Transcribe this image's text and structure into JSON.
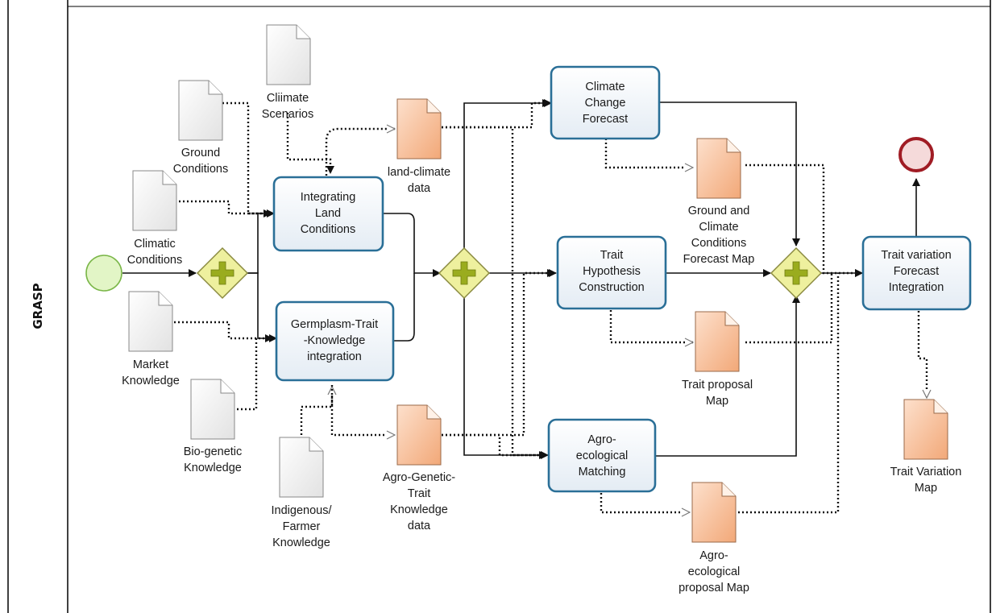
{
  "pool": {
    "lane_label": "GRASP"
  },
  "tasks": {
    "integrating_land": [
      "Integrating",
      "Land",
      "Conditions"
    ],
    "germplasm": [
      "Germplasm-Trait",
      "-Knowledge",
      "integration"
    ],
    "climate_change": [
      "Climate",
      "Change",
      "Forecast"
    ],
    "trait_hypothesis": [
      "Trait",
      "Hypothesis",
      "Construction"
    ],
    "agro_ecological": [
      "Agro-",
      "ecological",
      "Matching"
    ],
    "trait_variation": [
      "Trait variation",
      "Forecast",
      "Integration"
    ]
  },
  "inputs": {
    "climate_scenarios": [
      "Cliimate",
      "Scenarios"
    ],
    "ground_conditions": [
      "Ground",
      "Conditions"
    ],
    "climatic_conditions": [
      "Climatic",
      "Conditions"
    ],
    "market_knowledge": [
      "Market",
      "Knowledge"
    ],
    "bio_genetic": [
      "Bio-genetic",
      "Knowledge"
    ],
    "indigenous": [
      "Indigenous/",
      "Farmer",
      "Knowledge"
    ]
  },
  "outputs": {
    "land_climate": [
      "land-climate",
      "data"
    ],
    "agro_genetic": [
      "Agro-Genetic-",
      "Trait",
      "Knowledge",
      "data"
    ],
    "ground_climate_map": [
      "Ground and",
      "Climate",
      "Conditions",
      "Forecast Map"
    ],
    "trait_proposal_map": [
      "Trait proposal",
      "Map"
    ],
    "agro_proposal_map": [
      "Agro-",
      "ecological",
      "proposal Map"
    ],
    "trait_variation_map": [
      "Trait Variation",
      "Map"
    ]
  },
  "colors": {
    "task_border": "#2a6f97",
    "task_fill": "#eef3f8",
    "output_doc": "#f6bf9b",
    "input_doc": "#f0f0f0",
    "gateway_fill": "#e8ec9a",
    "gateway_plus": "#8a9a1a",
    "start_fill": "#dff3c0",
    "start_stroke": "#6aa84f",
    "end_fill": "#f3d4d4",
    "end_stroke": "#a01c24"
  }
}
